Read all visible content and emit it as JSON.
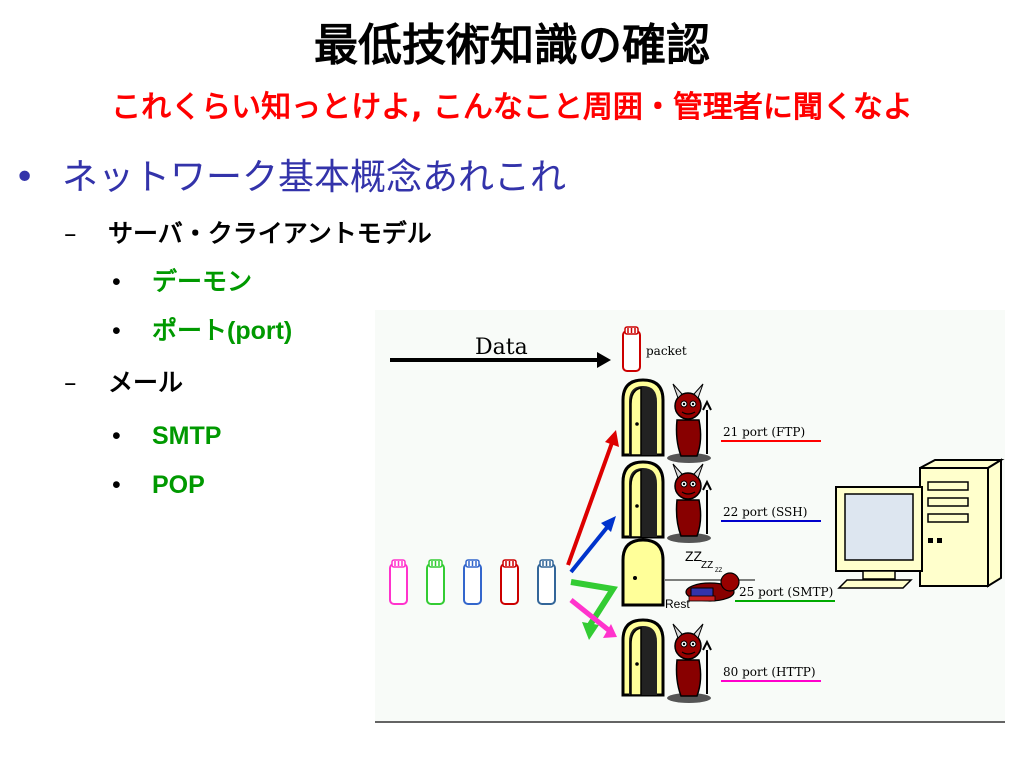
{
  "slide": {
    "title": "最低技術知識の確認",
    "subtitle": "これくらい知っとけよ, こんなこと周囲・管理者に聞くなよ",
    "bullet_symbol": "•",
    "dash_symbol": "–",
    "bullets": [
      {
        "text": "ネットワーク基本概念あれこれ"
      },
      {
        "text": "サーバ・クライアントモデル"
      },
      {
        "text": "デーモン"
      },
      {
        "text": "ポート(port)"
      },
      {
        "text": "メール"
      },
      {
        "text": "SMTP"
      },
      {
        "text": "POP"
      }
    ]
  },
  "diagram": {
    "data_label": "Data",
    "packet_label": "packet",
    "packet_colors": [
      "#ff33cc",
      "#33cc33",
      "#3366cc",
      "#cc0000",
      "#336699"
    ],
    "zz_big": "ZZ",
    "zz_mid": "ZZ",
    "zz_small": "ZZ",
    "rest_label": "Rest",
    "ports": [
      {
        "label": "21 port (FTP)",
        "color": "#ff0000"
      },
      {
        "label": "22 port (SSH)",
        "color": "#0000cc"
      },
      {
        "label": "25 port (SMTP)",
        "color": "#00aa00"
      },
      {
        "label": "80 port (HTTP)",
        "color": "#ff00cc"
      }
    ],
    "arrow_colors": {
      "ftp": "#dd0000",
      "ssh": "#0033cc",
      "smtp": "#33cc33",
      "http": "#ff33cc"
    }
  }
}
